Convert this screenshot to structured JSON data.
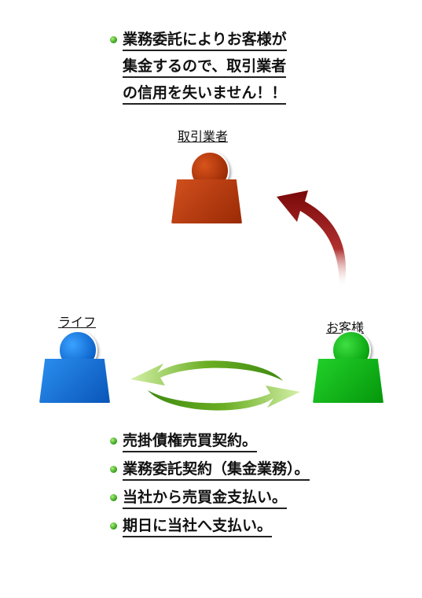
{
  "top_message": {
    "lines": [
      "業務委託によりお客様が",
      "集金するので、取引業者",
      "の信用を失いません！！"
    ]
  },
  "parties": {
    "trader": "取引業者",
    "life": "ライフ",
    "customer": "お客様"
  },
  "bottom_list": {
    "items": [
      "売掛債権売買契約。",
      "業務委託契約（集金業務）。",
      "当社から売買金支払い。",
      "期日に当社へ支払い。"
    ]
  },
  "colors": {
    "trader": "#b8390f",
    "life": "#1a7ee0",
    "customer": "#12bb18",
    "arrow_red": "#8e1010",
    "arrow_green": "#5a9e1a"
  }
}
